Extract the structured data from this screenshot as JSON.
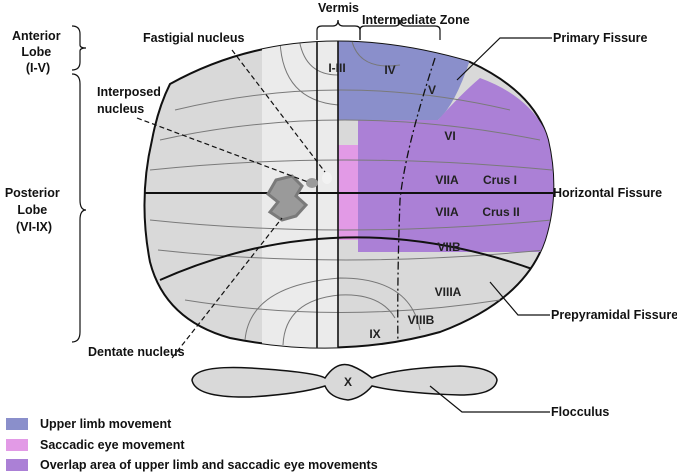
{
  "structures": {
    "anterior_lobe": [
      "Anterior",
      "Lobe",
      "(I-V)"
    ],
    "posterior_lobe": [
      "Posterior",
      "Lobe",
      "(VI-IX)"
    ],
    "vermis": "Vermis",
    "intermediate_zone": "Intermediate Zone",
    "fastigial_nucleus": "Fastigial nucleus",
    "interposed_nucleus": [
      "Interposed",
      "nucleus"
    ],
    "dentate_nucleus": "Dentate nucleus",
    "primary_fissure": "Primary Fissure",
    "horizontal_fissure": "Horizontal Fissure",
    "prepyramidal_fissure": "Prepyramidal Fissure",
    "flocculus": "Flocculus"
  },
  "lobules": {
    "i_iii": "I-III",
    "iv": "IV",
    "v": "V",
    "vi": "VI",
    "viia_upper": "VIIA",
    "crus_i": "Crus I",
    "viia_lower": "VIIA",
    "crus_ii": "Crus II",
    "viib": "VIIB",
    "viiia": "VIIIA",
    "viiib": "VIIIB",
    "ix": "IX",
    "x": "X"
  },
  "legend": [
    {
      "label": "Upper limb movement",
      "color": "#8a8fcb"
    },
    {
      "label": "Saccadic eye movement",
      "color": "#e29ae6"
    },
    {
      "label": "Overlap area of upper limb and saccadic eye movements",
      "color": "#ab80d6"
    }
  ],
  "colors": {
    "tissue": "#d9d9d9",
    "vermis_tissue": "#ebebeb",
    "nucleus": "#9a9a9a",
    "outline": "#111111"
  }
}
